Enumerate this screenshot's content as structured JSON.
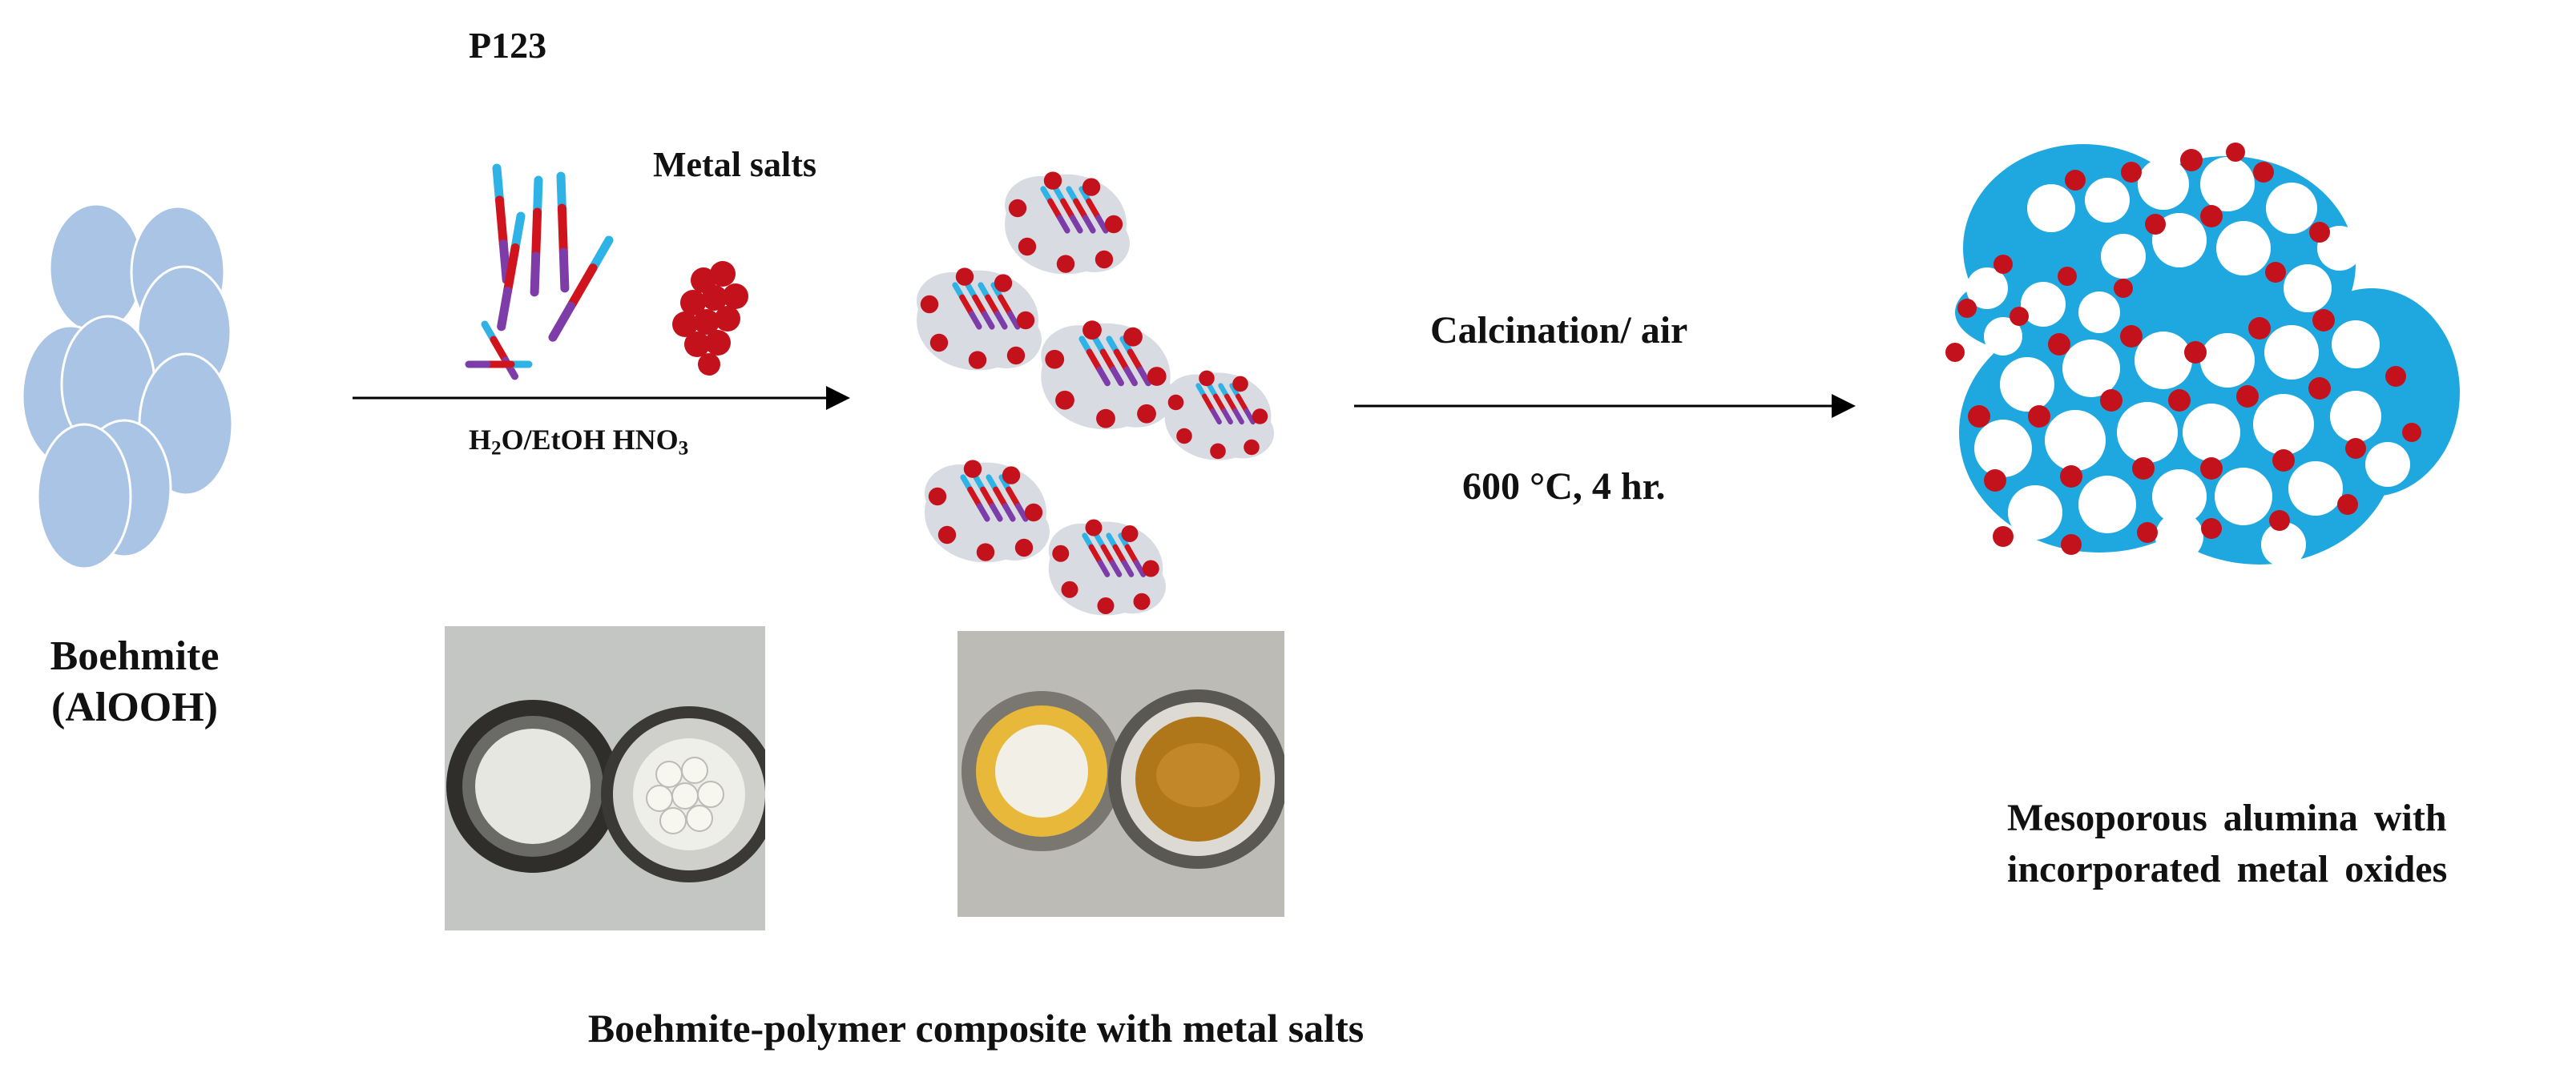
{
  "labels": {
    "p123": "P123",
    "metal_salts": "Metal salts",
    "solvent_prefix": "H",
    "solvent_sub1": "2",
    "solvent_mid": "O/EtOH HNO",
    "solvent_sub2": "3",
    "boehmite_line1": "Boehmite",
    "boehmite_line2": "(AlOOH)",
    "calcination": "Calcination/ air",
    "temperature": "600 °C, 4 hr.",
    "product_line1": "Mesoporous alumina with",
    "product_line2": "incorporated metal oxides",
    "composite": "Boehmite-polymer composite with metal salts"
  },
  "colors": {
    "boehmite": "#a9c4e4",
    "boehmite_edge": "#ffffff",
    "polymer_red": "#d0141e",
    "polymer_blue": "#2fb3e6",
    "polymer_purple": "#7e3ca8",
    "blob_grey": "#d9dbe2",
    "pore_white": "#ffffff",
    "alumina_blue": "#1fa8e0",
    "metal_red": "#c4121c",
    "arrow": "#000000"
  }
}
